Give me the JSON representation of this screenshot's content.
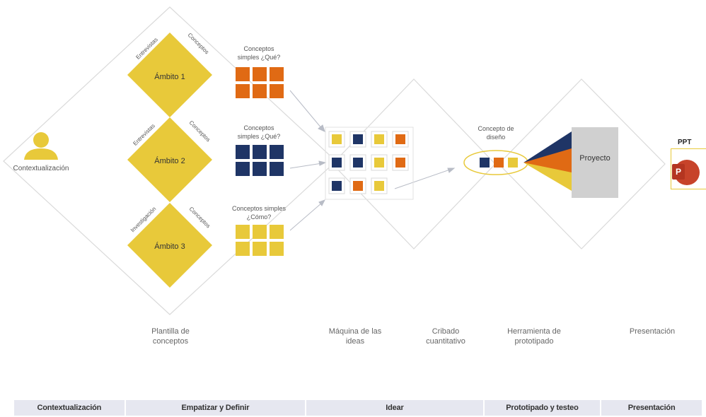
{
  "colors": {
    "yellow": "#e8c93a",
    "orange": "#e06a14",
    "navy": "#1f3566",
    "grey": "#d0d0d0",
    "line": "#dadada"
  },
  "person": {
    "label": "Contextualización"
  },
  "ambitos": [
    {
      "label": "Ámbito 1",
      "left_tag": "Entrevistas",
      "right_tag": "Conceptos"
    },
    {
      "label": "Ámbito 2",
      "left_tag": "Entrevistas",
      "right_tag": "Conceptos"
    },
    {
      "label": "Ámbito 3",
      "left_tag": "Investigación",
      "right_tag": "Conceptos"
    }
  ],
  "concept_groups": [
    {
      "title": "Conceptos simples ¿Qué?",
      "color": "orange"
    },
    {
      "title": "Conceptos simples ¿Qué?",
      "color": "navy"
    },
    {
      "title": "Conceptos simples ¿Cómo?",
      "color": "yellow"
    }
  ],
  "idea_machine": [
    [
      "yellow",
      "navy",
      "yellow",
      "orange"
    ],
    [
      "navy",
      "navy",
      "yellow",
      "orange"
    ],
    [
      "navy",
      "orange",
      "yellow"
    ]
  ],
  "design_concept": {
    "label": "Concepto de diseño",
    "squares": [
      "navy",
      "orange",
      "yellow"
    ]
  },
  "project": {
    "label": "Proyecto"
  },
  "ppt": {
    "title": "PPT",
    "letter": "P"
  },
  "stages": {
    "plantilla": "Plantilla de conceptos",
    "maquina": "Máquina de las ideas",
    "cribado": "Cribado cuantitativo",
    "herramienta": "Herramienta de prototipado",
    "presentacion": "Presentación"
  },
  "phases": [
    {
      "label": "Contextualización"
    },
    {
      "label": "Empatizar y Definir"
    },
    {
      "label": "Idear"
    },
    {
      "label": "Prototipado y testeo"
    },
    {
      "label": "Presentación"
    }
  ]
}
